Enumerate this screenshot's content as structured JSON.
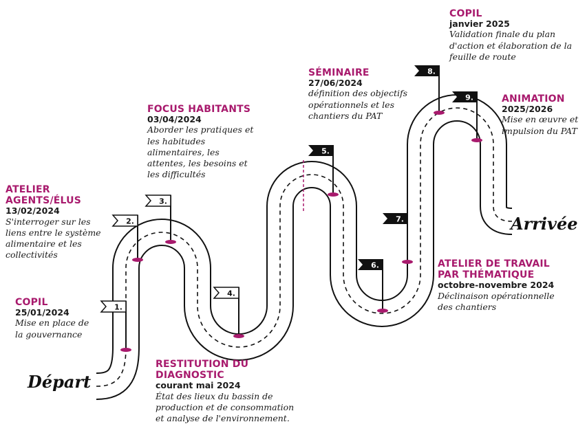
{
  "start_label": "Départ",
  "end_label": "Arrivée",
  "colors": {
    "accent": "#a81a6d",
    "road": "#111111",
    "ink": "#1a1a1a"
  },
  "steps": [
    {
      "number": "1.",
      "title": "COPIL",
      "date": "25/01/2024",
      "description": "Mise en place de la gouvernance",
      "flag_style": "outline"
    },
    {
      "number": "2.",
      "title": "ATELIER AGENTS/ÉLUS",
      "date": "13/02/2024",
      "description": "S'interroger sur les liens entre le système alimentaire et les collectivités",
      "flag_style": "outline"
    },
    {
      "number": "3.",
      "title": "FOCUS HABITANTS",
      "date": "03/04/2024",
      "description": "Aborder les pratiques et les habitudes alimentaires, les attentes, les besoins et les difficultés",
      "flag_style": "outline"
    },
    {
      "number": "4.",
      "title": "RESTITUTION DU DIAGNOSTIC",
      "date": "courant mai 2024",
      "description": "État des lieux du bassin de production et de consommation et analyse de l'environnement.",
      "flag_style": "outline"
    },
    {
      "number": "5.",
      "title": "SÉMINAIRE",
      "date": "27/06/2024",
      "description": "définition des objectifs opérationnels et les chantiers du PAT",
      "flag_style": "filled"
    },
    {
      "number": "6.",
      "title": "ATELIER DE TRAVAIL PAR THÉMATIQUE",
      "date": "octobre-novembre 2024",
      "description": "Déclinaison opérationnelle des chantiers",
      "flag_style": "filled"
    },
    {
      "number": "7.",
      "title": "",
      "date": "",
      "description": "",
      "flag_style": "filled"
    },
    {
      "number": "8.",
      "title": "COPIL",
      "date": "janvier 2025",
      "description": "Validation finale du plan d'action et élaboration de la feuille de route",
      "flag_style": "filled"
    },
    {
      "number": "9.",
      "title": "ANIMATION",
      "date": "2025/2026",
      "description": "Mise en œuvre et impulsion du PAT",
      "flag_style": "filled"
    }
  ]
}
